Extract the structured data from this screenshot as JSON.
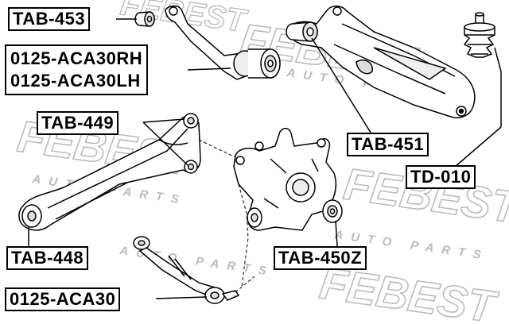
{
  "watermark": {
    "brand": "FEBEST",
    "tagline": "AUTO PARTS",
    "color": "#bcbcbc"
  },
  "colors": {
    "ink": "#000000",
    "part_fill": "#ffffff",
    "part_shade": "#d9d9d9"
  },
  "labels": {
    "tab453": "TAB-453",
    "aca30rh": "0125-ACA30RH",
    "aca30lh": "0125-ACA30LH",
    "tab449": "TAB-449",
    "tab448": "TAB-448",
    "aca30": "0125-ACA30",
    "tab451": "TAB-451",
    "td010": "TD-010",
    "tab450z": "TAB-450Z"
  }
}
